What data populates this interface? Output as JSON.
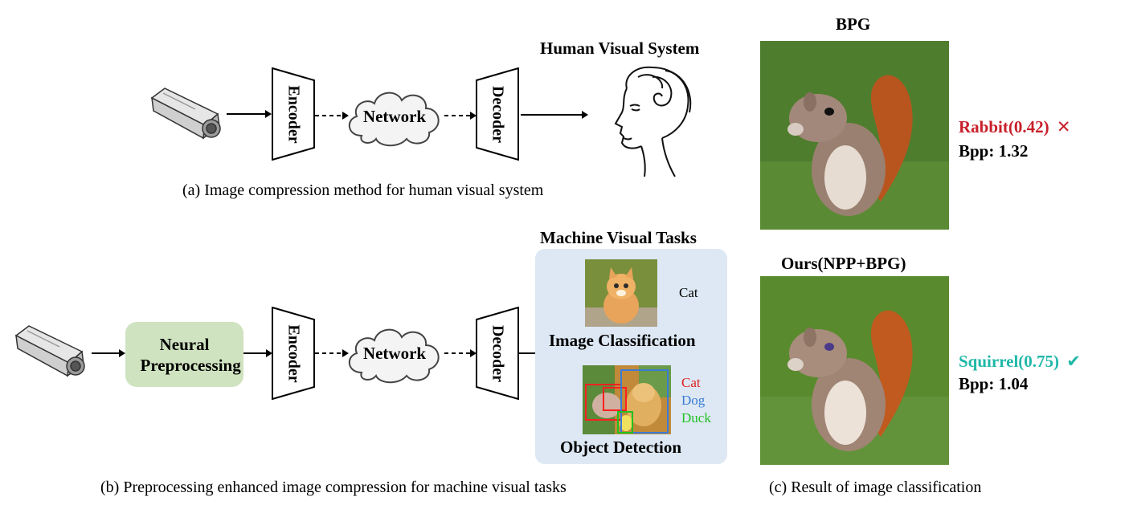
{
  "panel_a": {
    "hvs_title": "Human Visual System",
    "encoder": "Encoder",
    "network": "Network",
    "decoder": "Decoder",
    "caption": "(a) Image compression method for human visual system",
    "camera_icon": "surveillance-camera-icon",
    "face_icon": "human-face-sketch-icon"
  },
  "panel_b": {
    "npp": "Neural Preprocessing",
    "encoder": "Encoder",
    "network": "Network",
    "decoder": "Decoder",
    "tasks_title": "Machine Visual Tasks",
    "classification_title": "Image Classification",
    "classification_label": "Cat",
    "detection_title": "Object Detection",
    "detection_labels": [
      {
        "text": "Cat",
        "color": "#e02020"
      },
      {
        "text": "Dog",
        "color": "#3a7bd5"
      },
      {
        "text": "Duck",
        "color": "#22c022"
      }
    ],
    "caption": "(b) Preprocessing enhanced image compression for machine visual tasks",
    "panel_color": "#dde8f4",
    "npp_color": "#cfe3c0"
  },
  "panel_c": {
    "bpg_title": "BPG",
    "bpg_pred": "Rabbit(0.42)",
    "bpg_mark": "✕",
    "bpg_pred_color": "#c8202a",
    "bpg_bpp": "Bpp: 1.32",
    "ours_title": "Ours(NPP+BPG)",
    "ours_pred": "Squirrel(0.75)",
    "ours_mark": "✔",
    "ours_pred_color": "#20b8a8",
    "ours_bpp": "Bpp: 1.04",
    "caption": "(c) Result of  image classification"
  }
}
